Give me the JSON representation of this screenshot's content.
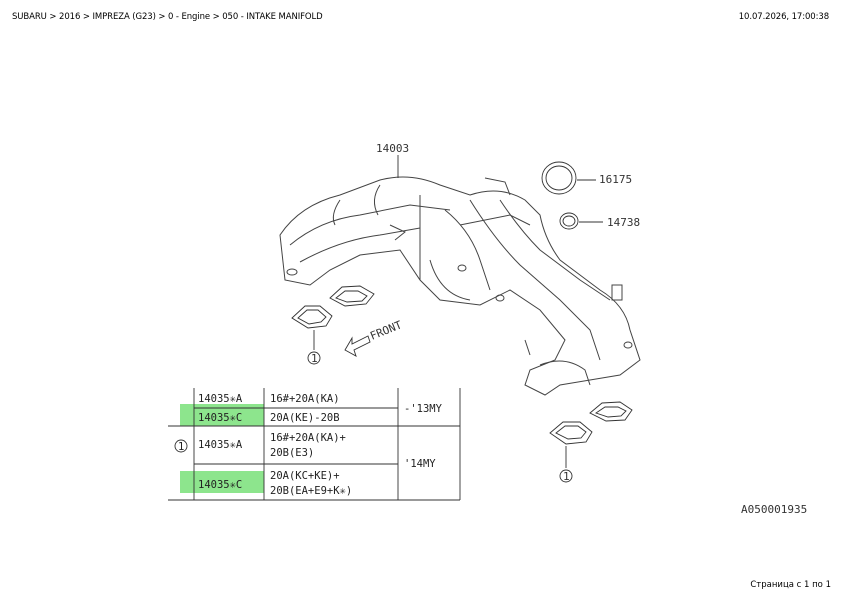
{
  "header": {
    "breadcrumb": "SUBARU > 2016 > IMPREZA (G23) > 0 - Engine > 050 - INTAKE MANIFOLD",
    "timestamp": "10.07.2026, 17:00:38"
  },
  "diagram": {
    "callouts": {
      "manifold": "14003",
      "gasket_large": "16175",
      "gasket_small": "14738",
      "front_label": "FRONT",
      "ref_marker": "1",
      "image_code": "A050001935"
    },
    "table": {
      "rows": [
        {
          "part": "14035✳A",
          "spec_line1": "16#+20A(KA)",
          "spec_line2": "",
          "highlighted": false
        },
        {
          "part": "14035✳C",
          "spec_line1": "20A(KE)-20B",
          "spec_line2": "",
          "highlighted": true
        },
        {
          "part": "14035✳A",
          "spec_line1": "16#+20A(KA)+",
          "spec_line2": "20B(E3)",
          "highlighted": false
        },
        {
          "part": "14035✳C",
          "spec_line1": "20A(KC+KE)+",
          "spec_line2": "20B(EA+E9+K✳)",
          "highlighted": true
        }
      ],
      "years": [
        "-'13MY",
        "'14MY"
      ],
      "ref_marker": "1",
      "highlight_color": "#8de58d"
    }
  },
  "footer": {
    "page_label": "Страница с 1 по 1"
  }
}
